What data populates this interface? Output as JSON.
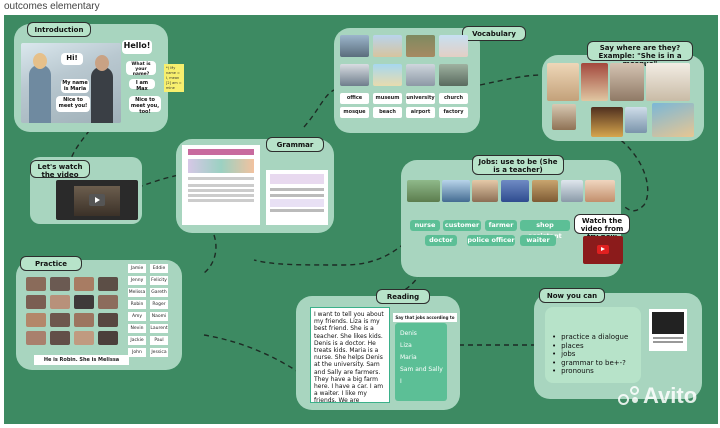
{
  "board": {
    "title": "outcomes elementary"
  },
  "intro": {
    "title": "Introduction",
    "hi": "Hi!",
    "hello": "Hello!",
    "my_name": "My name is Maria",
    "im_max": "I am Max",
    "nice_you": "Nice to meet you!",
    "nice_too": "Nice to meet you, too!",
    "whats_name": "What is your name?",
    "sticky": "*) My name = I, mean [2] am = mine"
  },
  "video": {
    "title": "Let's watch the video"
  },
  "grammar": {
    "title": "Grammar"
  },
  "vocabulary": {
    "title": "Vocabulary",
    "words_row1": [
      "office",
      "museum",
      "university",
      "church"
    ],
    "words_row2": [
      "mosque",
      "beach",
      "airport",
      "factory"
    ]
  },
  "where": {
    "title": "Say where are they? Example: \"She is in a mosque\""
  },
  "jobs": {
    "title": "Jobs: use to be (She is a teacher)",
    "row1": [
      "nurse",
      "customer",
      "farmer",
      "shop assistant"
    ],
    "row2": [
      "doctor",
      "police officer",
      "waiter"
    ],
    "video_title": "Watch the video from try now"
  },
  "practice": {
    "title": "Practice",
    "names": [
      "Jamie",
      "Eddie",
      "Jenny",
      "Felicity",
      "Melissa",
      "Gareth",
      "Robin",
      "Roger",
      "Amy",
      "Naomi",
      "Nevin",
      "Laurent",
      "Jackie",
      "Paul",
      "John",
      "Jessica"
    ],
    "caption": "He is Robin. She is Melissa"
  },
  "reading": {
    "title": "Reading",
    "text": "I want to tell you about my friends. Liza is my best friend. She is a teacher. She likes kids. Denis is a doctor. He treats kids. Maria is a nurse. She helps Denis at the university. Sam and Sally are farmers. They have a big farm here. I have a car. I am a waiter. I like my friends. We are different.",
    "task": "Say that jobs according to the text",
    "people": [
      "Denis",
      "Liza",
      "Maria",
      "Sam and Sally",
      "I"
    ]
  },
  "now_you_can": {
    "title": "Now you can",
    "items": [
      "practice a dialogue",
      "places",
      "jobs",
      "grammar to be+-?",
      "pronouns"
    ]
  },
  "watermark": {
    "text": "Avito"
  }
}
